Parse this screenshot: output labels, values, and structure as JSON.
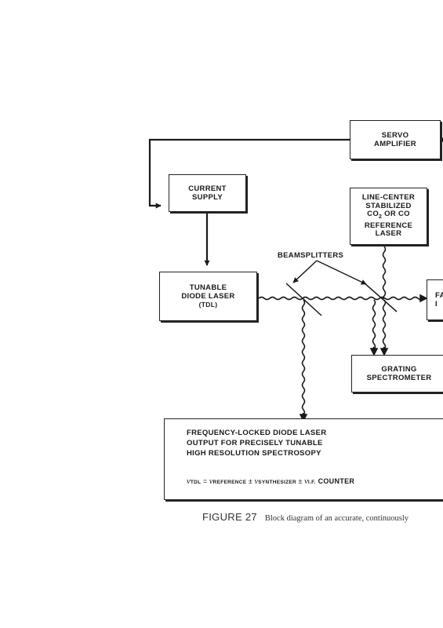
{
  "boxes": {
    "servo_amplifier": [
      "SERVO",
      "AMPLIFIER"
    ],
    "current_supply": [
      "CURRENT",
      "SUPPLY"
    ],
    "reference_laser": [
      "LINE-CENTER",
      "STABILIZED",
      "CO",
      "2",
      " OR CO",
      "REFERENCE",
      "LASER"
    ],
    "tunable_diode_laser": [
      "TUNABLE",
      "DIODE LASER",
      "(TDL)"
    ],
    "grating_spectrometer": [
      "GRATING",
      "SPECTROMETER"
    ],
    "partial_box": [
      "FA",
      "I"
    ]
  },
  "beamsplitters_label": "BEAMSPLITTERS",
  "output": {
    "lines": [
      "FREQUENCY-LOCKED DIODE LASER",
      "OUTPUT FOR PRECISELY TUNABLE",
      "HIGH RESOLUTION SPECTROSOPY"
    ],
    "equation": {
      "nu": "ν",
      "tdl": "TDL",
      "eq": " = ",
      "reference": "REFERENCE",
      "pm": " ± ",
      "synthesizer": "SYNTHESIZER",
      "if": "I.F.",
      "counter": " COUNTER"
    }
  },
  "caption": {
    "figure": "FIGURE 27",
    "text": "Block diagram of an accurate, continuously"
  }
}
